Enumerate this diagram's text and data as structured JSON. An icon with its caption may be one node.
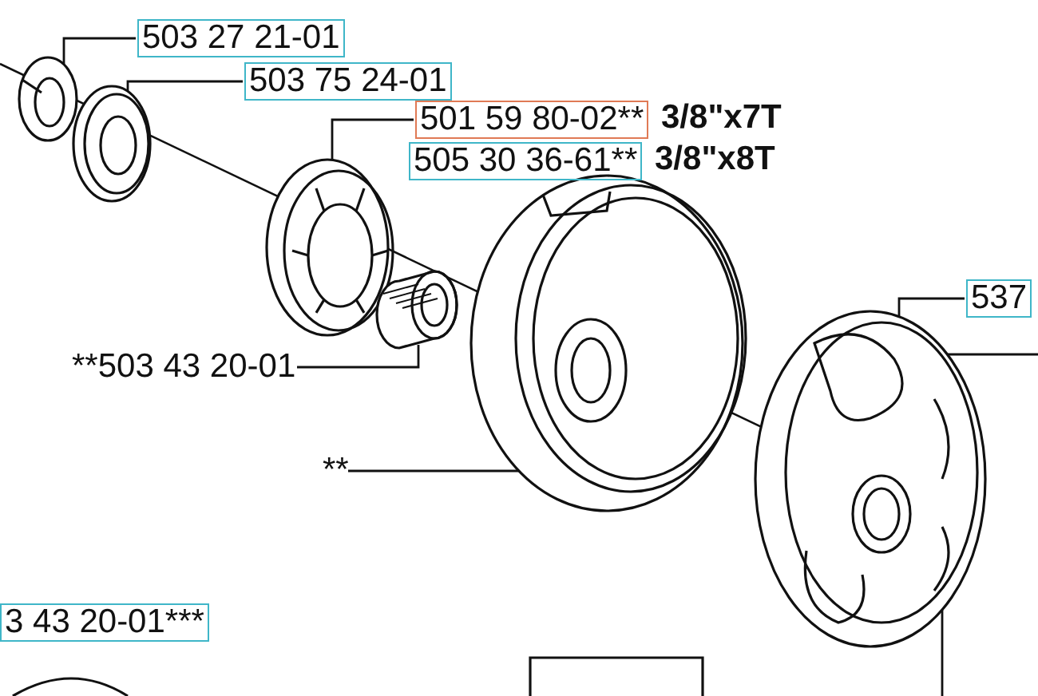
{
  "diagram": {
    "nodes": [
      {
        "text": [
          "503 27 21-01"
        ]
      },
      {
        "text": [],
        "shape": "picture"
      },
      {
        "text": [
          "503 75 24-01"
        ]
      },
      {
        "text": [],
        "shape": "picture"
      },
      {
        "text": [
          "501 59 80-02**"
        ],
        "beside": [
          "3/8\"x7T"
        ]
      },
      {
        "text": [
          "505 30 36-61**"
        ],
        "beside": [
          "3/8\"x8T"
        ]
      },
      {
        "text": [],
        "shape": "picture"
      },
      {
        "text": [],
        "shape": "picture"
      },
      {
        "text": [
          "**503 43 20-01"
        ]
      },
      {
        "text": [],
        "shape": "picture"
      },
      {
        "text": [
          "**"
        ]
      },
      {
        "text": [
          "537"
        ]
      },
      {
        "text": [],
        "shape": "picture"
      },
      {
        "text": [
          "3 43 20-01***"
        ]
      }
    ],
    "edges": [
      {
        "from": 0,
        "to": 1,
        "arrow": "none"
      },
      {
        "from": 2,
        "to": 3,
        "arrow": "none"
      },
      {
        "from": 4,
        "to": 6,
        "arrow": "none"
      },
      {
        "from": 8,
        "to": 7,
        "arrow": "none"
      },
      {
        "from": 10,
        "to": 9,
        "arrow": "none"
      },
      {
        "from": 11,
        "to": 12,
        "arrow": "none"
      },
      {
        "from": 12,
        "to": null,
        "arrow": "none"
      },
      {
        "from": 12,
        "to": null,
        "arrow": "none"
      }
    ]
  }
}
